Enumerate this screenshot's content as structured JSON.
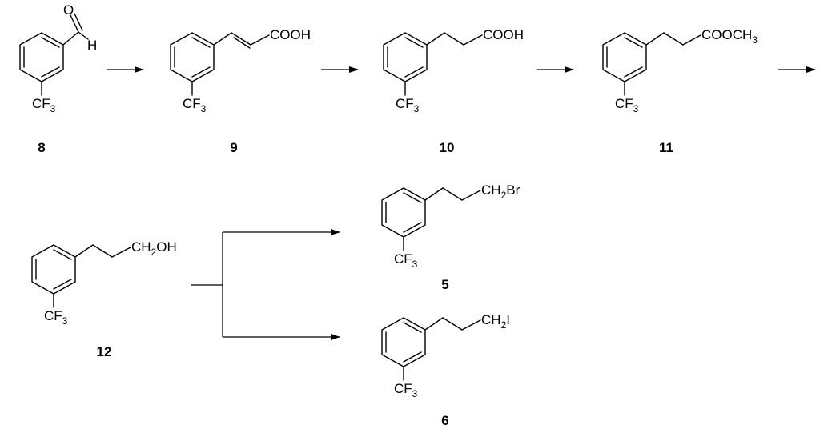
{
  "compounds": [
    {
      "id": "c8",
      "number": "8",
      "substituent": "CF3",
      "group": []
    },
    {
      "id": "c9",
      "number": "9",
      "substituent": "CF3",
      "group": [
        "COOH"
      ]
    },
    {
      "id": "c10",
      "number": "10",
      "substituent": "CF3",
      "group": [
        "COOH"
      ]
    },
    {
      "id": "c11",
      "number": "11",
      "substituent": "CF3",
      "group": [
        "COOCH",
        "3"
      ]
    },
    {
      "id": "c12",
      "number": "12",
      "substituent": "CF3",
      "group": [
        "CH",
        "2",
        "OH"
      ]
    },
    {
      "id": "c5",
      "number": "5",
      "substituent": "CF3",
      "group": [
        "CH",
        "2",
        "Br"
      ]
    },
    {
      "id": "c6",
      "number": "6",
      "substituent": "CF3",
      "group": [
        "CH",
        "2",
        "I"
      ]
    }
  ],
  "aldehyde": {
    "oxygen": "O",
    "hydrogen": "H"
  },
  "cf3": {
    "main": "CF",
    "sub": "3"
  }
}
